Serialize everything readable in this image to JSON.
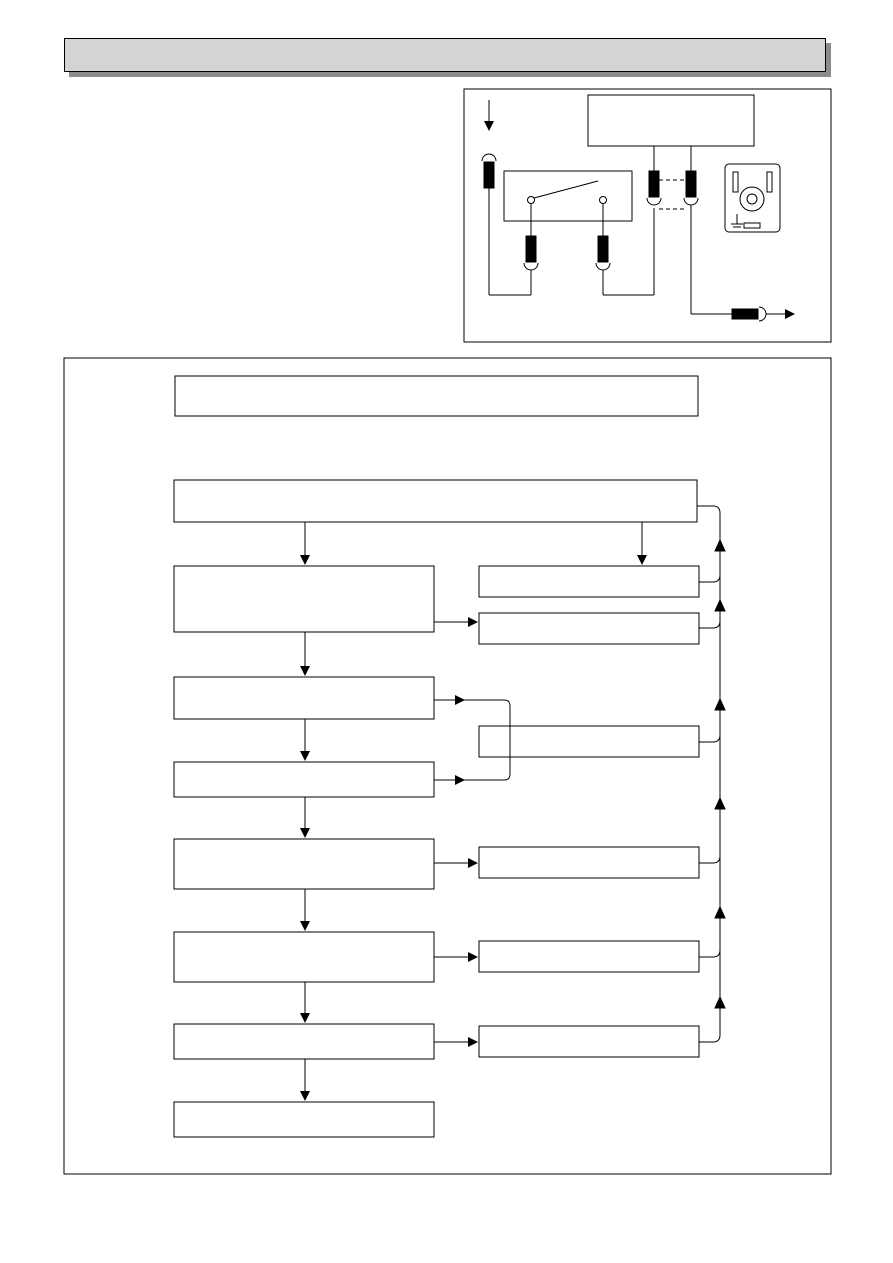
{
  "header": {
    "title": ""
  },
  "intro": {
    "text": ""
  },
  "wiring_diagram": {
    "top_box_label": "",
    "switch_box_label": ""
  },
  "flowchart": {
    "header_box": "",
    "main_steps": [
      {
        "id": "step-1",
        "label": ""
      },
      {
        "id": "step-2",
        "label": ""
      },
      {
        "id": "step-3",
        "label": ""
      },
      {
        "id": "step-4",
        "label": ""
      },
      {
        "id": "step-5",
        "label": ""
      },
      {
        "id": "step-6",
        "label": ""
      },
      {
        "id": "step-7",
        "label": ""
      },
      {
        "id": "step-8",
        "label": ""
      }
    ],
    "side_actions": [
      {
        "id": "action-1",
        "label": ""
      },
      {
        "id": "action-2",
        "label": ""
      },
      {
        "id": "action-3",
        "label": ""
      },
      {
        "id": "action-4",
        "label": ""
      },
      {
        "id": "action-5",
        "label": ""
      },
      {
        "id": "action-6",
        "label": ""
      }
    ]
  }
}
